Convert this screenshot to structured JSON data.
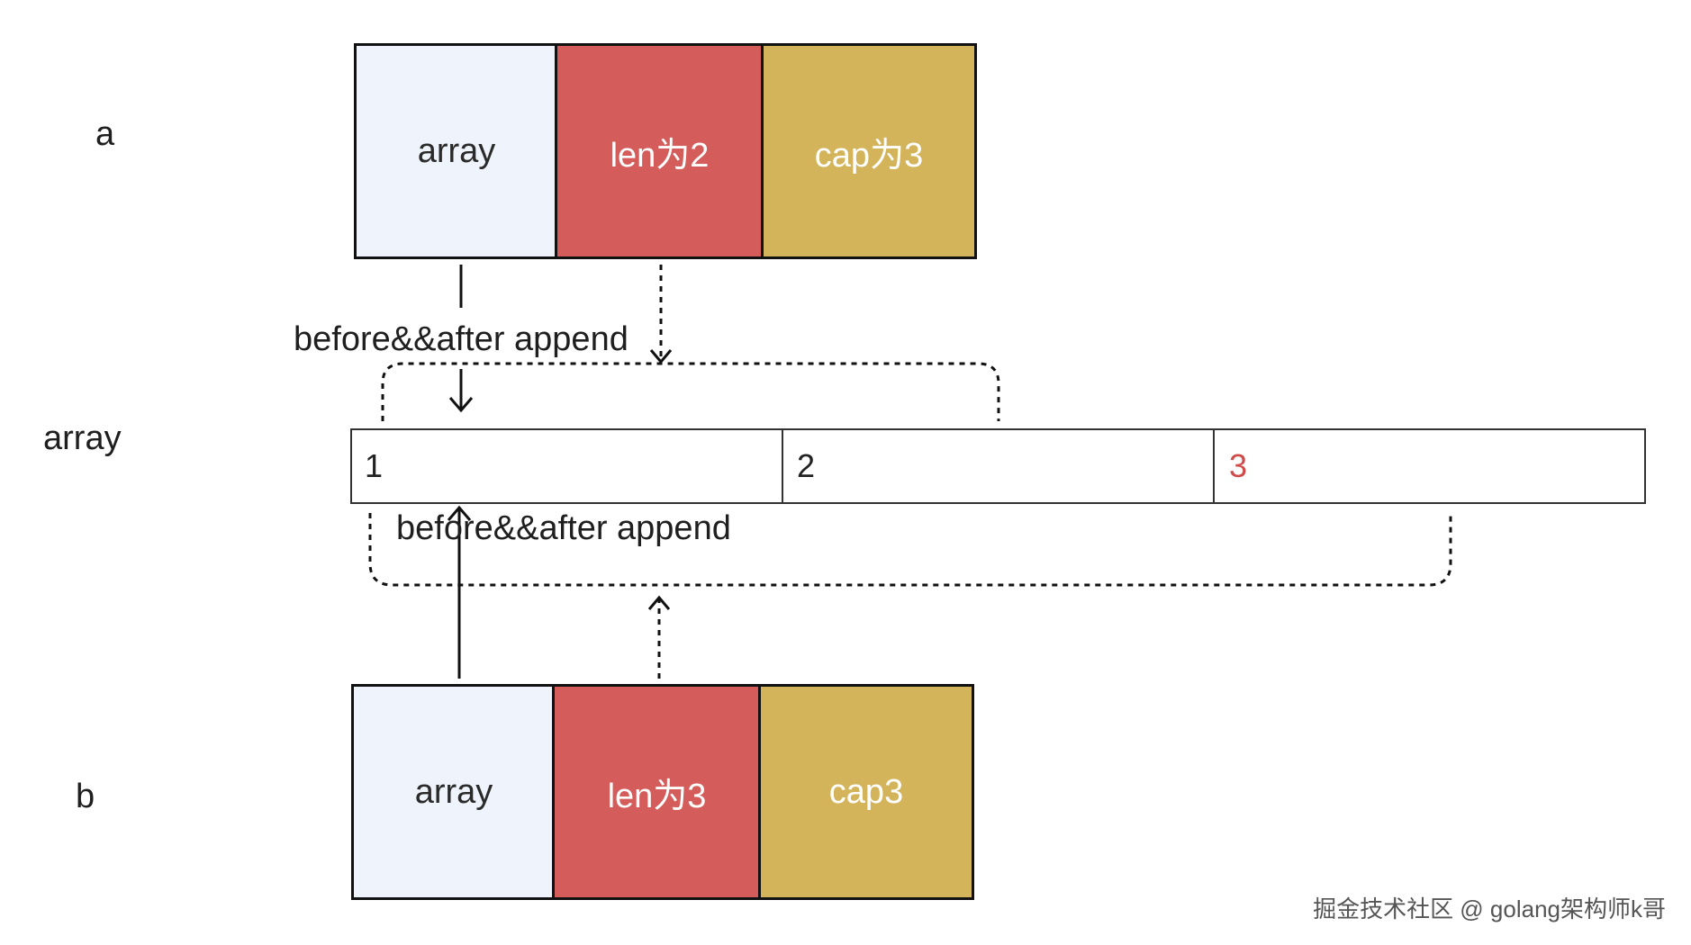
{
  "labels": {
    "a": "a",
    "array": "array",
    "b": "b",
    "annotation_top": "before&&after append",
    "annotation_bottom": "before&&after append"
  },
  "slice_a": {
    "array": "array",
    "len": "len为2",
    "cap": "cap为3"
  },
  "slice_b": {
    "array": "array",
    "len": "len为3",
    "cap": "cap3"
  },
  "backing_array": [
    {
      "value": "1",
      "color": "#222222"
    },
    {
      "value": "2",
      "color": "#222222"
    },
    {
      "value": "3",
      "color": "#d04a4a"
    }
  ],
  "colors": {
    "array_field": "#eff3fb",
    "len_field": "#d45c5a",
    "cap_field": "#d3b45a"
  },
  "watermark": "掘金技术社区 @ golang架构师k哥"
}
